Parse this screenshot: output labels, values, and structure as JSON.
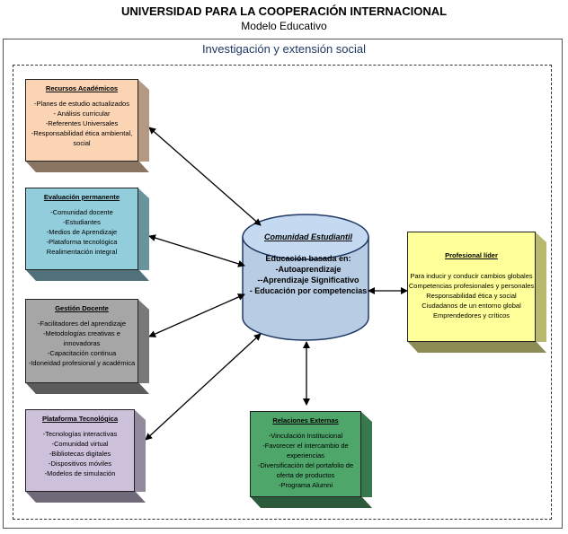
{
  "header": {
    "title": "UNIVERSIDAD PARA LA COOPERACIÓN INTERNACIONAL",
    "subtitle": "Modelo Educativo"
  },
  "section_title": "Investigación y extensión social",
  "center": {
    "title": "Comunidad Estudiantil",
    "lines": [
      "Educación basada en:",
      "-Autoaprendizaje",
      "--Aprendizaje Significativo",
      "- Educación por competencias"
    ],
    "color": "#b8cce4"
  },
  "boxes": {
    "recursos": {
      "title": "Recursos Académicos",
      "items": [
        "-Planes de estudio actualizados",
        "- Análisis curricular",
        "-Referentes Universales",
        "-Responsabilidad ética ambiental, social"
      ],
      "color": "#fbd4b4"
    },
    "evaluacion": {
      "title": "Evaluación permanente",
      "items": [
        "-Comunidad docente",
        "-Estudiantes",
        "-Medios de Aprendizaje",
        "-Plataforma tecnológica",
        "Realimentación integral"
      ],
      "color": "#92cddc"
    },
    "gestion": {
      "title": "Gestión  Docente",
      "items": [
        "-Facilitadores del aprendizaje",
        "-Metodologías creativas e innovadoras",
        "-Capacitación continua",
        "-Idoneidad profesional y académica"
      ],
      "color": "#a6a6a6"
    },
    "plataforma": {
      "title": "Plataforma Tecnológica",
      "items": [
        "-Tecnologías interactivas",
        "-Comunidad virtual",
        "-Bibliotecas digitales",
        "-Dispositivos móviles",
        "-Modelos de simulación"
      ],
      "color": "#ccc0da"
    },
    "relaciones": {
      "title": "Relaciones Externas",
      "items": [
        "-Vinculación Institucional",
        "-Favorecer el intercambio de experiencias",
        "-Diversificación del portafolio de oferta de productos",
        "-Programa Alumni"
      ],
      "color": "#4fa66a"
    },
    "profesional": {
      "title": "Profesional líder",
      "items": [
        "Para inducir y conducir cambios globales",
        "Competencias profesionales y personales",
        "Responsabilidad ética y social",
        "Ciudadanos de un entorno global",
        "Emprendedores y críticos"
      ],
      "color": "#ffff99"
    }
  }
}
